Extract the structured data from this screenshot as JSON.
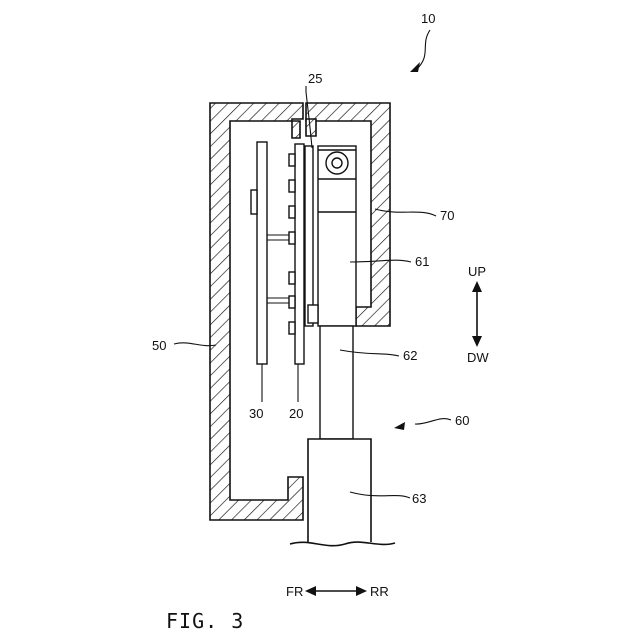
{
  "labels": {
    "device": "10",
    "board_20": "20",
    "board_25": "25",
    "board_30": "30",
    "housing": "50",
    "actuator": "60",
    "part_61": "61",
    "part_62": "62",
    "part_63": "63",
    "cover": "70"
  },
  "directions": {
    "up": "UP",
    "down": "DW",
    "front": "FR",
    "rear": "RR"
  },
  "caption": "FIG. 3"
}
